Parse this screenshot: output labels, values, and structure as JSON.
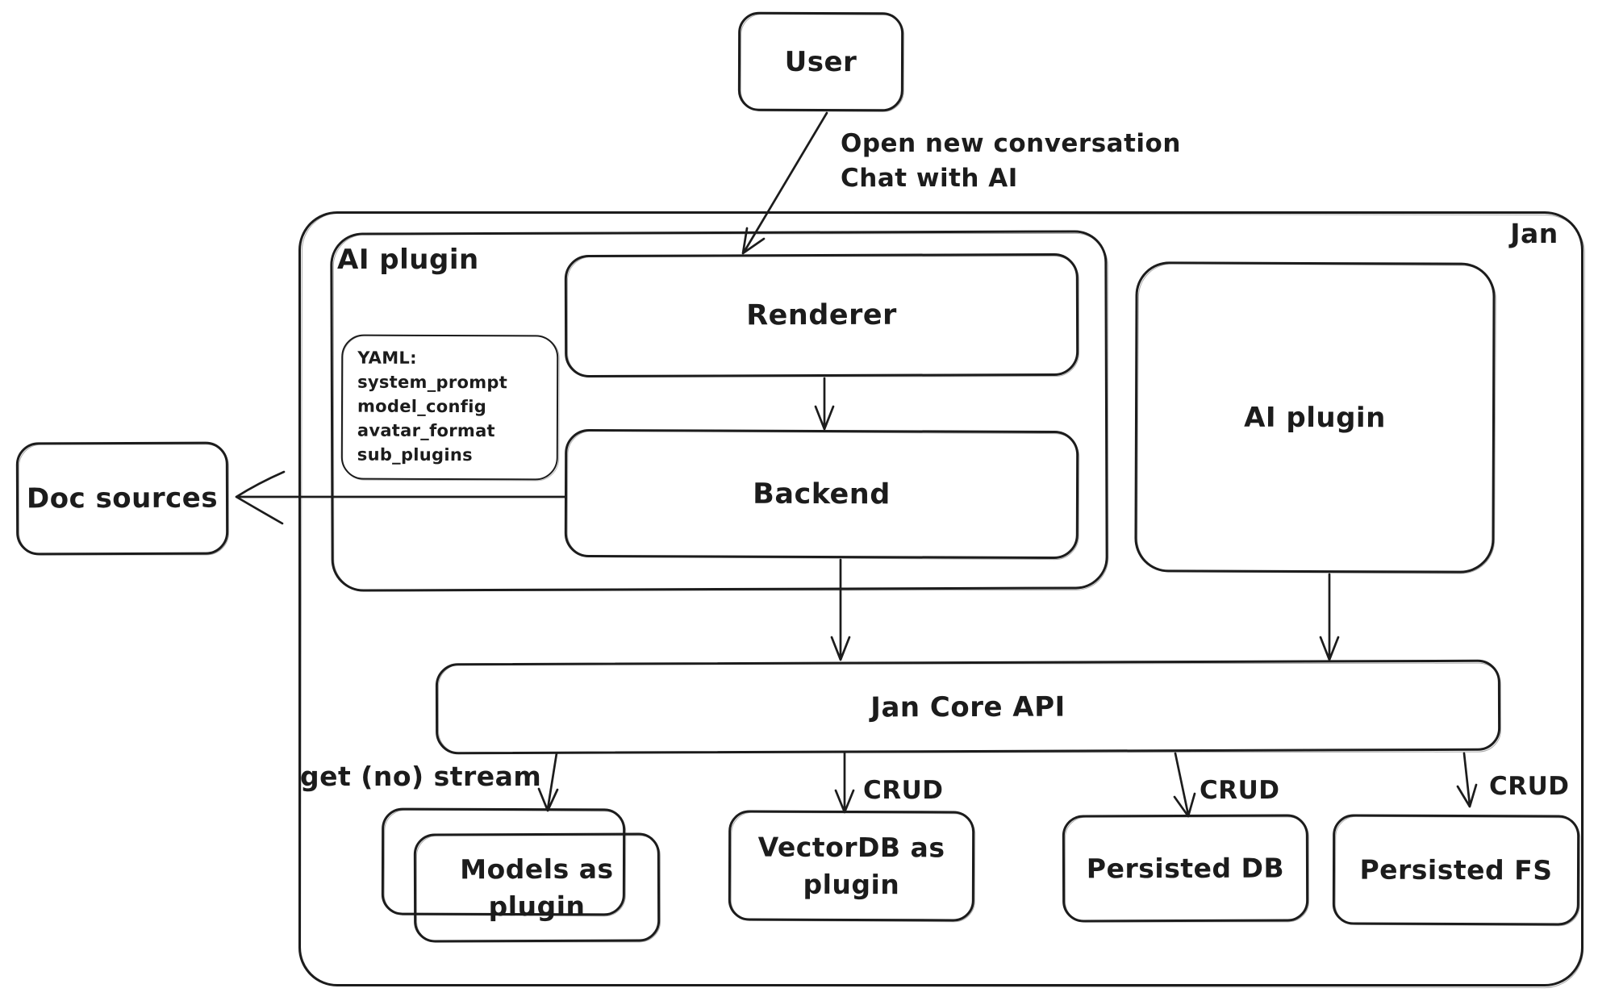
{
  "diagram": {
    "colors": {
      "stroke": "#1c1c1c",
      "background": "#ffffff"
    },
    "nodes": {
      "user": {
        "label": "User"
      },
      "jan": {
        "label": "Jan"
      },
      "ai_plugin_left": {
        "label": "AI plugin"
      },
      "yaml_note": {
        "lines": [
          "YAML:",
          "system_prompt",
          "model_config",
          "avatar_format",
          "sub_plugins"
        ]
      },
      "renderer": {
        "label": "Renderer"
      },
      "backend": {
        "label": "Backend"
      },
      "doc_sources": {
        "label": "Doc sources"
      },
      "ai_plugin_right": {
        "label": "AI plugin"
      },
      "jan_core_api": {
        "label": "Jan Core API"
      },
      "models_as_plugin": {
        "label": "Models as plugin"
      },
      "vectordb_as_plugin": {
        "label": "VectorDB as plugin"
      },
      "persisted_db": {
        "label": "Persisted DB"
      },
      "persisted_fs": {
        "label": "Persisted FS"
      }
    },
    "edge_labels": {
      "user_to_app_line1": "Open new conversation",
      "user_to_app_line2": "Chat with AI",
      "core_to_models": "get (no) stream",
      "core_to_vectordb": "CRUD",
      "core_to_persisted_db": "CRUD",
      "core_to_persisted_fs": "CRUD"
    }
  }
}
